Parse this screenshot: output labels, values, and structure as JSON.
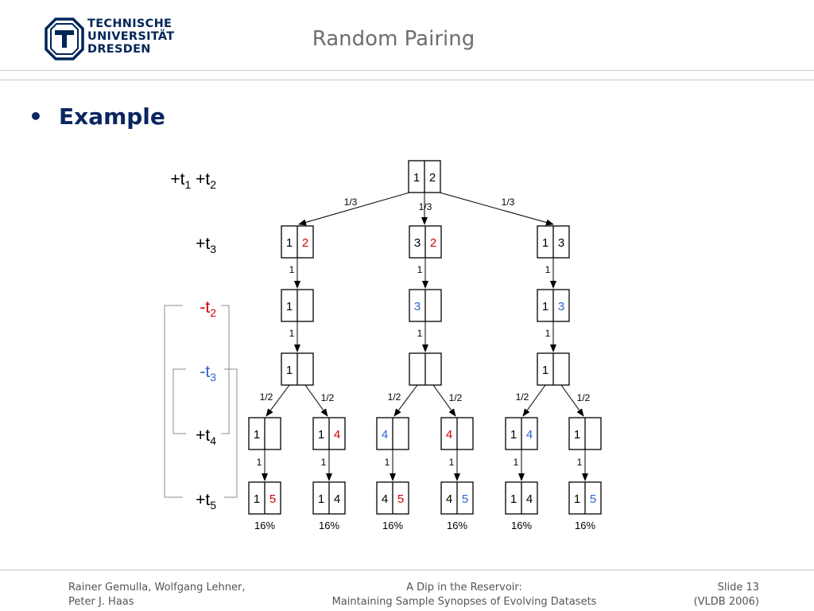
{
  "logo": {
    "lines": [
      "TECHNISCHE",
      "UNIVERSITÄT",
      "DRESDEN"
    ],
    "color": "#002557"
  },
  "slide": {
    "title": "Random Pairing",
    "bullet": "Example"
  },
  "colors": {
    "black": "#000000",
    "red": "#d40000",
    "blue": "#2a63d0"
  },
  "diagram": {
    "step_labels": [
      {
        "parts": [
          {
            "t": "+t"
          },
          {
            "sub": "1"
          },
          {
            "t": " +t"
          },
          {
            "sub": "2"
          }
        ],
        "color": "black"
      },
      {
        "parts": [
          {
            "t": "+t"
          },
          {
            "sub": "3"
          }
        ],
        "color": "black"
      },
      {
        "parts": [
          {
            "t": "-t"
          },
          {
            "sub": "2"
          }
        ],
        "color": "red"
      },
      {
        "parts": [
          {
            "t": "-t"
          },
          {
            "sub": "3"
          }
        ],
        "color": "blue"
      },
      {
        "parts": [
          {
            "t": "+t"
          },
          {
            "sub": "4"
          }
        ],
        "color": "black"
      },
      {
        "parts": [
          {
            "t": "+t"
          },
          {
            "sub": "5"
          }
        ],
        "color": "black"
      }
    ],
    "root": {
      "cells": [
        {
          "v": "1",
          "c": "black"
        },
        {
          "v": "2",
          "c": "black"
        }
      ]
    },
    "level1": [
      {
        "cells": [
          {
            "v": "1",
            "c": "black"
          },
          {
            "v": "2",
            "c": "red"
          }
        ]
      },
      {
        "cells": [
          {
            "v": "3",
            "c": "black"
          },
          {
            "v": "2",
            "c": "red"
          }
        ]
      },
      {
        "cells": [
          {
            "v": "1",
            "c": "black"
          },
          {
            "v": "3",
            "c": "black"
          }
        ]
      }
    ],
    "level2": [
      {
        "cells": [
          {
            "v": "1",
            "c": "black"
          },
          {
            "v": "",
            "c": "black"
          }
        ]
      },
      {
        "cells": [
          {
            "v": "3",
            "c": "blue"
          },
          {
            "v": "",
            "c": "black"
          }
        ]
      },
      {
        "cells": [
          {
            "v": "1",
            "c": "black"
          },
          {
            "v": "3",
            "c": "blue"
          }
        ]
      }
    ],
    "level3": [
      {
        "cells": [
          {
            "v": "1",
            "c": "black"
          },
          {
            "v": "",
            "c": "black"
          }
        ]
      },
      {
        "cells": [
          {
            "v": "",
            "c": "black"
          },
          {
            "v": "",
            "c": "black"
          }
        ]
      },
      {
        "cells": [
          {
            "v": "1",
            "c": "black"
          },
          {
            "v": "",
            "c": "black"
          }
        ]
      }
    ],
    "level4": [
      {
        "cells": [
          {
            "v": "1",
            "c": "black"
          },
          {
            "v": "",
            "c": "black"
          }
        ]
      },
      {
        "cells": [
          {
            "v": "1",
            "c": "black"
          },
          {
            "v": "4",
            "c": "red"
          }
        ]
      },
      {
        "cells": [
          {
            "v": "4",
            "c": "blue"
          },
          {
            "v": "",
            "c": "black"
          }
        ]
      },
      {
        "cells": [
          {
            "v": "4",
            "c": "red"
          },
          {
            "v": "",
            "c": "black"
          }
        ]
      },
      {
        "cells": [
          {
            "v": "1",
            "c": "black"
          },
          {
            "v": "4",
            "c": "blue"
          }
        ]
      },
      {
        "cells": [
          {
            "v": "1",
            "c": "black"
          },
          {
            "v": "",
            "c": "black"
          }
        ]
      }
    ],
    "level5": [
      {
        "cells": [
          {
            "v": "1",
            "c": "black"
          },
          {
            "v": "5",
            "c": "red"
          }
        ],
        "pct": "16%"
      },
      {
        "cells": [
          {
            "v": "1",
            "c": "black"
          },
          {
            "v": "4",
            "c": "black"
          }
        ],
        "pct": "16%"
      },
      {
        "cells": [
          {
            "v": "4",
            "c": "black"
          },
          {
            "v": "5",
            "c": "red"
          }
        ],
        "pct": "16%"
      },
      {
        "cells": [
          {
            "v": "4",
            "c": "black"
          },
          {
            "v": "5",
            "c": "blue"
          }
        ],
        "pct": "16%"
      },
      {
        "cells": [
          {
            "v": "1",
            "c": "black"
          },
          {
            "v": "4",
            "c": "black"
          }
        ],
        "pct": "16%"
      },
      {
        "cells": [
          {
            "v": "1",
            "c": "black"
          },
          {
            "v": "5",
            "c": "blue"
          }
        ],
        "pct": "16%"
      }
    ],
    "edge_probs": {
      "root_to_l1": [
        "1/3",
        "1/3",
        "1/3"
      ],
      "l1_to_l2": [
        "1",
        "1",
        "1"
      ],
      "l2_to_l3": [
        "1",
        "1",
        "1"
      ],
      "l3_to_l4": [
        "1/2",
        "1/2",
        "1/2",
        "1/2",
        "1/2",
        "1/2"
      ],
      "l4_to_l5": [
        "1",
        "1",
        "1",
        "1",
        "1",
        "1"
      ]
    }
  },
  "footer": {
    "authors": [
      "Rainer Gemulla, Wolfgang Lehner,",
      "Peter J. Haas"
    ],
    "talk": [
      "A Dip in the Reservoir:",
      "Maintaining Sample Synopses of Evolving Datasets"
    ],
    "slide": [
      "Slide 13",
      "(VLDB 2006)"
    ]
  }
}
